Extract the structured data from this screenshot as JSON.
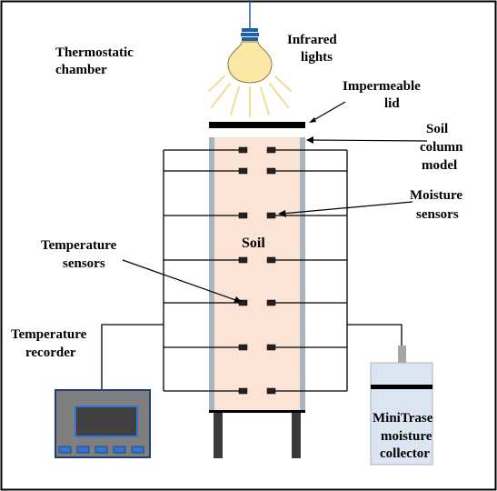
{
  "labels": {
    "chamber": [
      "Thermostatic",
      "chamber"
    ],
    "lights": [
      "Infrared",
      "lights"
    ],
    "lid": [
      "Impermeable",
      "lid"
    ],
    "column": [
      "Soil",
      "column",
      "model"
    ],
    "moisture": [
      "Moisture",
      "sensors"
    ],
    "temperature": [
      "Temperature",
      "sensors"
    ],
    "soil": "Soil",
    "recorder": [
      "Temperature",
      "recorder"
    ],
    "collector": [
      "MiniTrase",
      "moisture",
      "collector"
    ]
  },
  "icons": {
    "bulb": "light-bulb-icon",
    "recorder": "temperature-recorder-icon",
    "collector": "moisture-collector-icon"
  },
  "colors": {
    "soil_fill": "#fbe4d6",
    "column_wall": "#a9b4c2",
    "bulb_glass": "#fce8a6",
    "bulb_base": "#1f5fa8",
    "recorder_body": "#7f7f7f",
    "recorder_screen": "#404040",
    "recorder_buttons": "#2e75d6",
    "collector_body": "#dce6f2",
    "line": "#000000"
  }
}
